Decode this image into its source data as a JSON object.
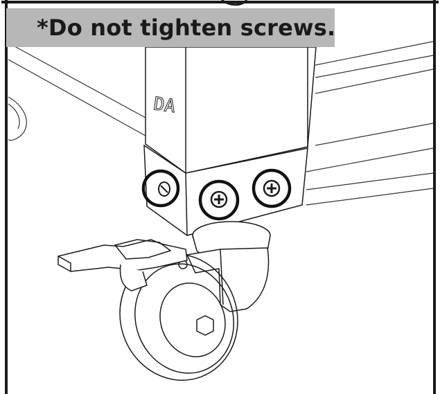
{
  "banner": {
    "note": "*Do not tighten screws."
  },
  "leg": {
    "marking": "DA"
  },
  "screws": {
    "circled_count": 3
  },
  "colors": {
    "line": "#1a1a1a",
    "banner_bg": "#b7b7b7",
    "background": "#ffffff"
  }
}
